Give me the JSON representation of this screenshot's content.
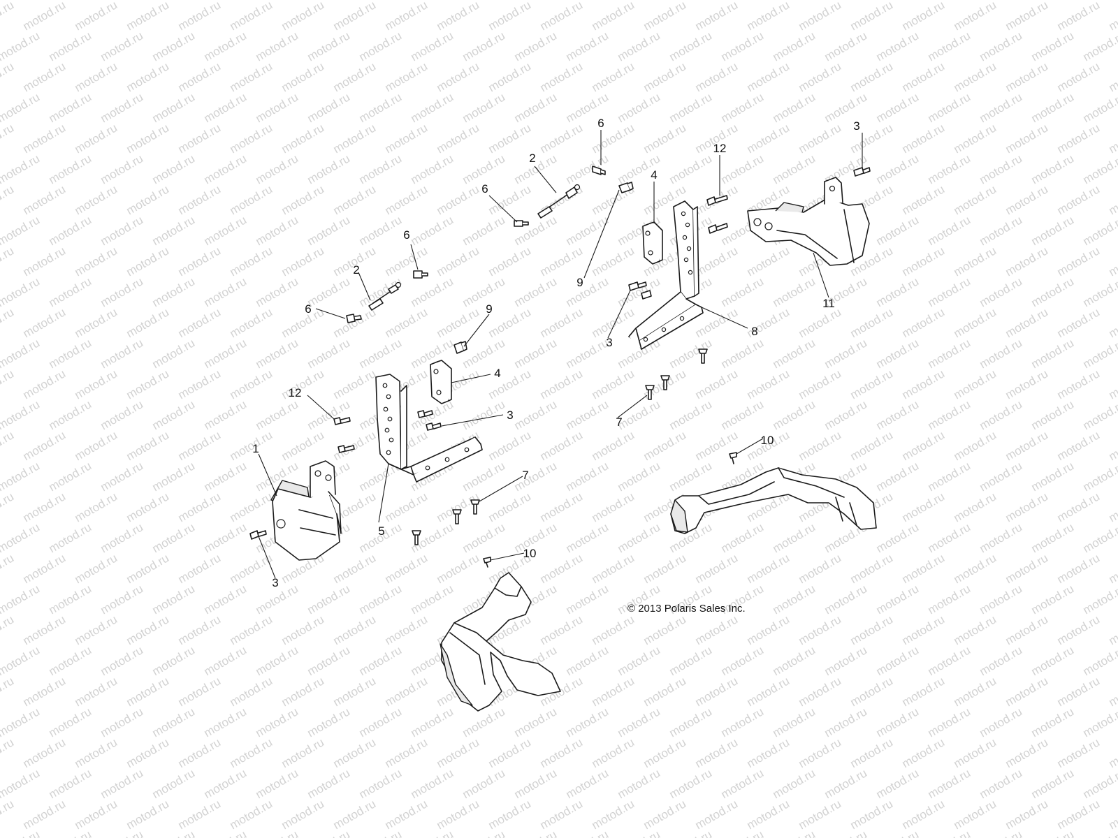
{
  "watermark": "motod.ru",
  "copyright": "© 2013 Polaris Sales Inc.",
  "colors": {
    "line": "#1a1a1a",
    "watermark": "#d2d2d2",
    "background": "#ffffff"
  },
  "callouts": {
    "c1": "1",
    "c2a": "2",
    "c2b": "2",
    "c3a": "3",
    "c3b": "3",
    "c3c": "3",
    "c3d": "3",
    "c4a": "4",
    "c4b": "4",
    "c5": "5",
    "c6a": "6",
    "c6b": "6",
    "c6c": "6",
    "c6d": "6",
    "c7a": "7",
    "c7b": "7",
    "c8": "8",
    "c9a": "9",
    "c9b": "9",
    "c10a": "10",
    "c10b": "10",
    "c11": "11",
    "c12a": "12",
    "c12b": "12"
  }
}
